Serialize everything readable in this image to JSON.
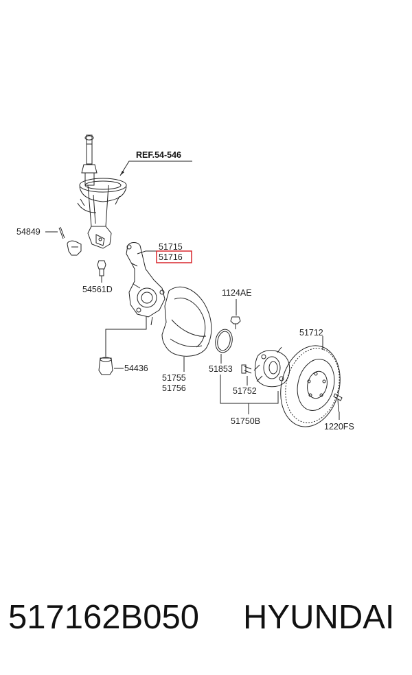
{
  "ref_label": "REF.54-546",
  "callouts": {
    "c54849": "54849",
    "c51715": "51715",
    "c51716": "51716",
    "c54561D": "54561D",
    "c1124AE": "1124AE",
    "c51712": "51712",
    "c54436": "54436",
    "c51755": "51755",
    "c51756": "51756",
    "c51853": "51853",
    "c51752": "51752",
    "c51750B": "51750B",
    "c1220FS": "1220FS"
  },
  "highlight_color": "#d9262c",
  "footer": {
    "part_number": "517162B050",
    "brand": "HYUNDAI"
  }
}
